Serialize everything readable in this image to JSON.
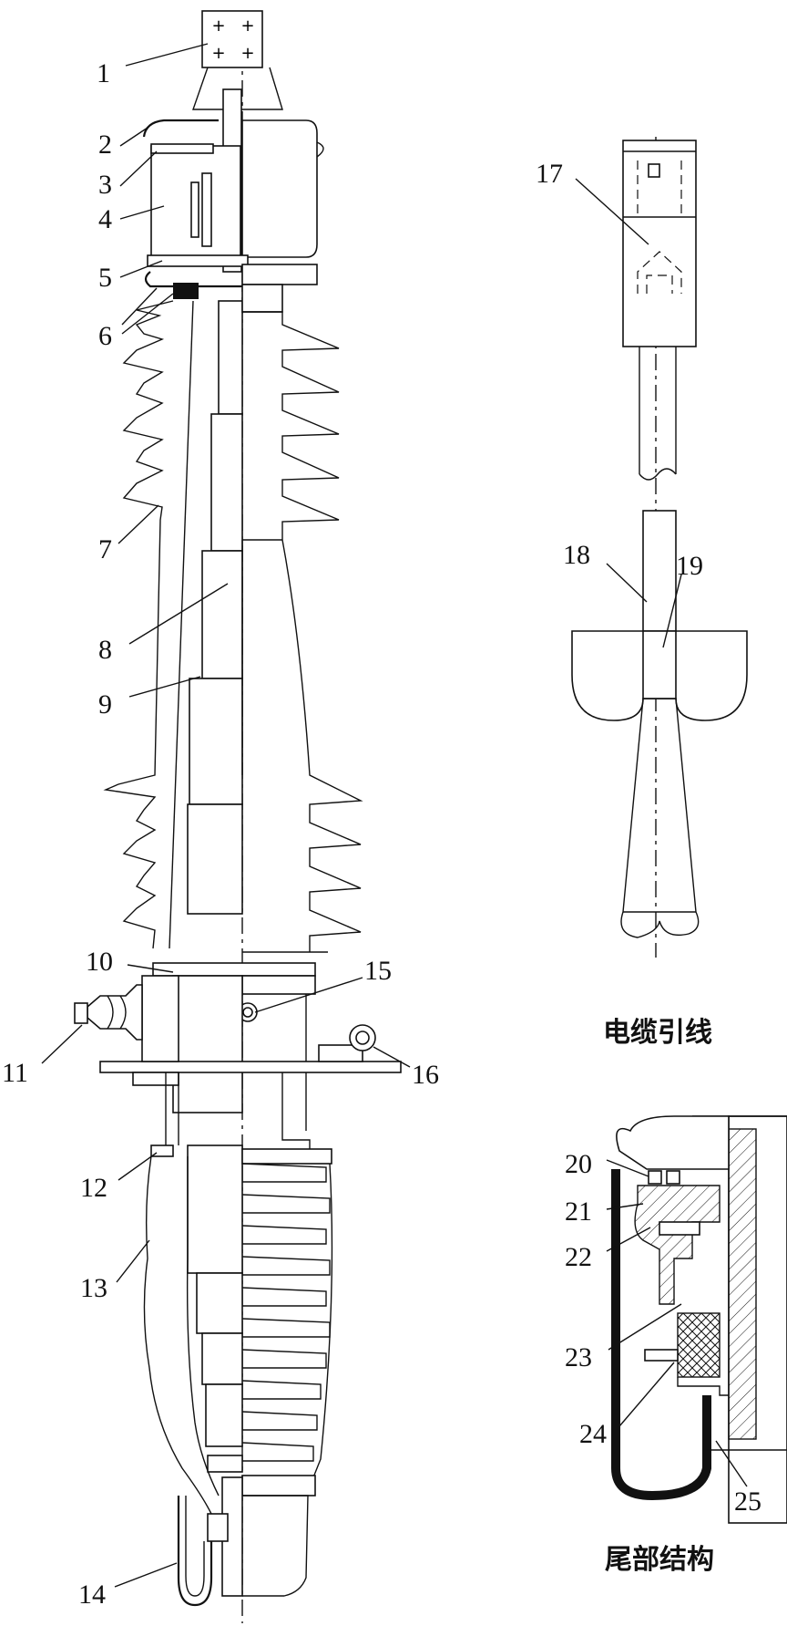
{
  "figure": {
    "callouts": [
      {
        "id": "1",
        "text": "1"
      },
      {
        "id": "2",
        "text": "2"
      },
      {
        "id": "3",
        "text": "3"
      },
      {
        "id": "4",
        "text": "4"
      },
      {
        "id": "5",
        "text": "5"
      },
      {
        "id": "6",
        "text": "6"
      },
      {
        "id": "7",
        "text": "7"
      },
      {
        "id": "8",
        "text": "8"
      },
      {
        "id": "9",
        "text": "9"
      },
      {
        "id": "10",
        "text": "10"
      },
      {
        "id": "11",
        "text": "11"
      },
      {
        "id": "12",
        "text": "12"
      },
      {
        "id": "13",
        "text": "13"
      },
      {
        "id": "14",
        "text": "14"
      },
      {
        "id": "15",
        "text": "15"
      },
      {
        "id": "16",
        "text": "16"
      },
      {
        "id": "17",
        "text": "17"
      },
      {
        "id": "18",
        "text": "18"
      },
      {
        "id": "19",
        "text": "19"
      },
      {
        "id": "20",
        "text": "20"
      },
      {
        "id": "21",
        "text": "21"
      },
      {
        "id": "22",
        "text": "22"
      },
      {
        "id": "23",
        "text": "23"
      },
      {
        "id": "24",
        "text": "24"
      },
      {
        "id": "25",
        "text": "25"
      }
    ],
    "captions": {
      "cable_lead": "电缆引线",
      "tail_structure": "尾部结构"
    }
  }
}
